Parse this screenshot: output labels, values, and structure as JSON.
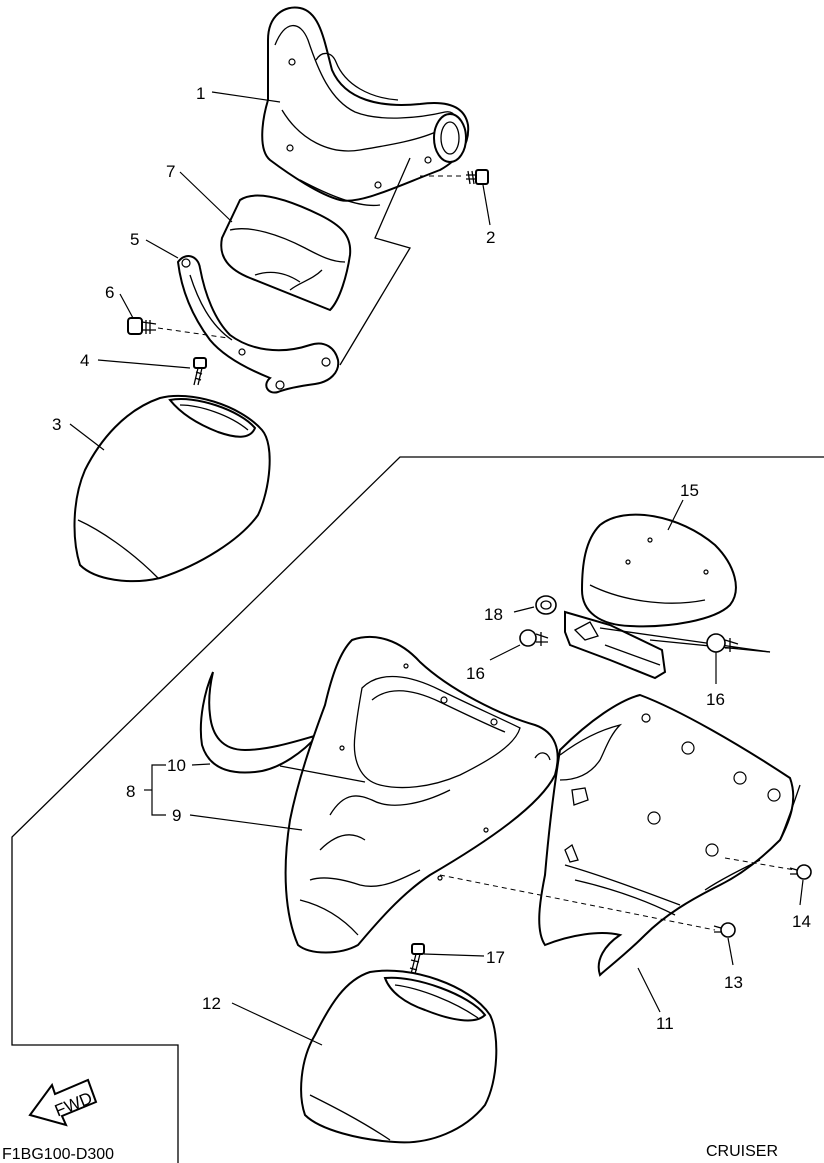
{
  "diagram": {
    "callouts": {
      "c1": "1",
      "c2": "2",
      "c3": "3",
      "c4": "4",
      "c5": "5",
      "c6": "6",
      "c7": "7",
      "c8": "8",
      "c9": "9",
      "c10": "10",
      "c11": "11",
      "c12": "12",
      "c13": "13",
      "c14": "14",
      "c15": "15",
      "c16a": "16",
      "c16b": "16",
      "c17": "17",
      "c18": "18"
    },
    "fwd_label": "FWD",
    "drawing_code": "F1BG100-D300",
    "variant_label": "CRUISER"
  },
  "colors": {
    "ink": "#000000",
    "paper": "#ffffff"
  }
}
